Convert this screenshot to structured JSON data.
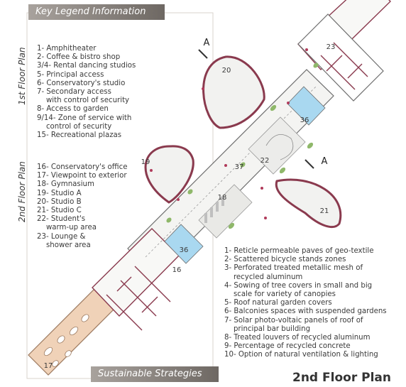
{
  "banners": {
    "legend": "Key Legend Information",
    "sustainable": "Sustainable Strategies"
  },
  "side_labels": {
    "first_floor": "1st Floor Plan",
    "second_floor": "2nd Floor Plan"
  },
  "first_floor_legend": [
    "1- Amphitheater",
    "2- Coffee & bistro shop",
    "3/4- Rental dancing studios",
    "5- Principal access",
    "6- Conservatory's studio",
    "7- Secondary access",
    "    with control of security",
    "8- Access to garden",
    "9/14- Zone of service with",
    "    control of security",
    "15- Recreational plazas"
  ],
  "second_floor_legend": [
    "16- Conservatory's office",
    "17- Viewpoint to exterior",
    "18- Gymnasium",
    "19- Studio A",
    "20- Studio B",
    "21- Studio C",
    "22- Student's",
    "    warm-up area",
    "23- Lounge &",
    "    shower area"
  ],
  "sustainable_strategies": [
    "1- Reticle permeable paves of geo-textile",
    "2- Scattered bicycle stands zones",
    "3- Perforated treated metallic mesh of",
    "    recycled aluminum",
    "4- Sowing of tree covers in small and big",
    "    scale for variety of canopies",
    "5- Roof natural garden covers",
    "6- Balconies spaces with suspended gardens",
    "7- Solar photo-voltaic panels of roof of",
    "    principal bar building",
    "8- Treated louvers of recycled aluminum",
    "9- Percentage of recycled concrete",
    "10- Option of natural ventilation & lighting"
  ],
  "plan_labels": {
    "r16": "16",
    "r17": "17",
    "r18": "18",
    "r19": "19",
    "r20": "20",
    "r21": "21",
    "r22": "22",
    "r23": "23",
    "r36a": "36",
    "r36b": "36",
    "r37": "37",
    "section_a1": "A",
    "section_a2": "A"
  },
  "title": "2nd Floor Plan",
  "colors": {
    "wall": "#8a3a4e",
    "deck": "#f0d2b8",
    "blue": "#a9d8f0",
    "green": "#8fb86a",
    "banner": "#8a847f"
  }
}
